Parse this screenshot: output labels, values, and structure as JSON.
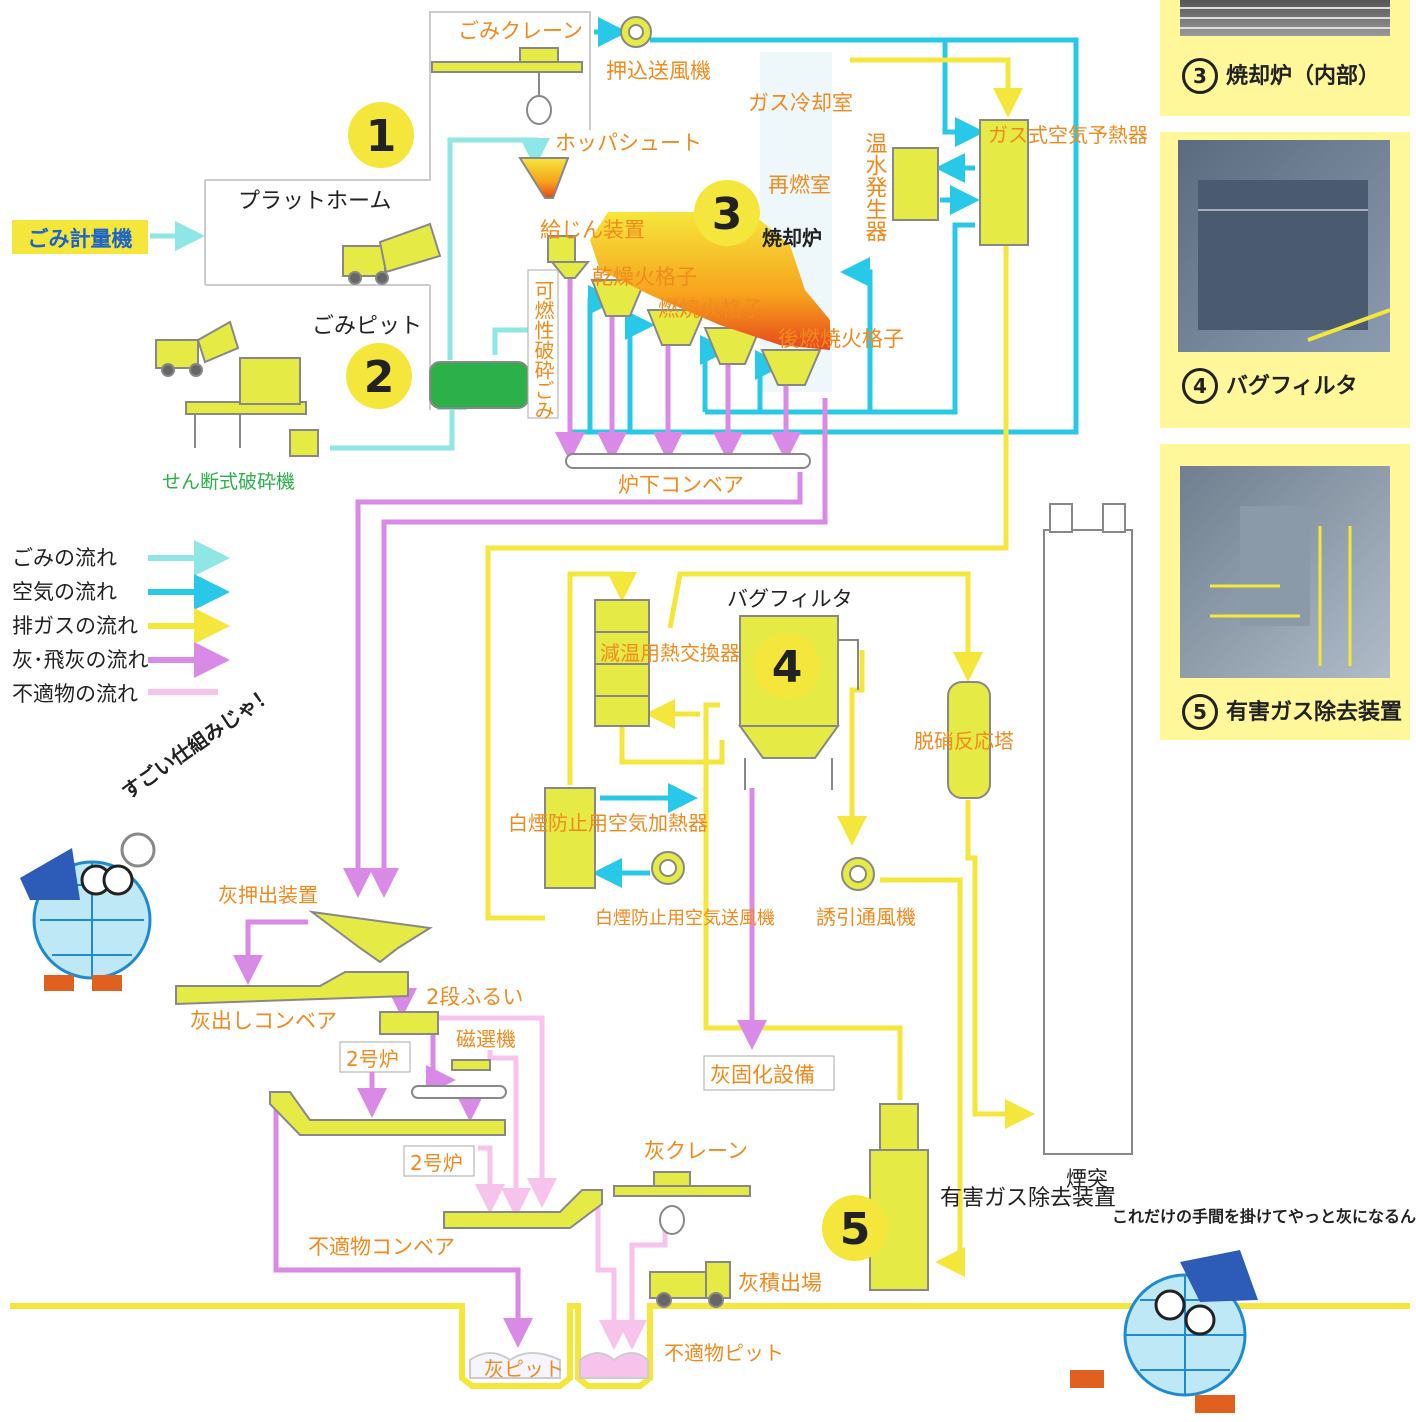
{
  "colors": {
    "waste": "#8ee6e6",
    "air": "#28c8e8",
    "exhaust": "#f5e63c",
    "ash": "#d88ae6",
    "unsuitable": "#f7c3ec",
    "equipment": "#e6ea44",
    "label_orange": "#f08a1e",
    "label_black": "#222222",
    "number_badge": "#f5e63c"
  },
  "legend": {
    "waste": "ごみの流れ",
    "air": "空気の流れ",
    "exhaust": "排ガスの流れ",
    "ash": "灰･飛灰の流れ",
    "unsuitable": "不適物の流れ"
  },
  "numbers": [
    "1",
    "2",
    "3",
    "4",
    "5"
  ],
  "labels": {
    "waste_scale": "ごみ計量機",
    "platform": "プラットホーム",
    "waste_crane": "ごみクレーン",
    "push_fan": "押込送風機",
    "hopper_chute": "ホッパシュート",
    "gas_cooling": "ガス冷却室",
    "reburn_chamber": "再燃室",
    "hot_water_gen": "温水発生器",
    "gas_air_preheater": "ガス式空気予熱器",
    "feeder": "給じん装置",
    "incinerator": "焼却炉",
    "dry_grate": "乾燥火格子",
    "burn_grate": "燃焼火格子",
    "post_grate": "後燃焼火格子",
    "waste_pit": "ごみピット",
    "combustible_crushed": "可燃性破砕ごみ",
    "shear_crusher": "せん断式破砕機",
    "under_conveyor": "炉下コンベア",
    "bag_filter": "バグフィルタ",
    "cooling_hx": "減温用熱交換器",
    "denox": "脱硝反応塔",
    "plume_heater": "白煙防止用空気加熱器",
    "plume_fan": "白煙防止用空気送風機",
    "induced_fan": "誘引通風機",
    "ash_pusher": "灰押出装置",
    "ash_conveyor": "灰出しコンベア",
    "two_stage_screen": "2段ふるい",
    "magnetic_sep": "磁選機",
    "furnace2_a": "2号炉",
    "furnace2_b": "2号炉",
    "ash_solidify": "灰固化設備",
    "ash_crane": "灰クレーン",
    "unsuitable_conveyor": "不適物コンベア",
    "ash_loading": "灰積出場",
    "ash_pit": "灰ピット",
    "unsuitable_pit": "不適物ピット",
    "harmful_gas": "有害ガス除去装置",
    "chimney": "煙突"
  },
  "mascot": {
    "bubble1": "すごい仕組みじゃ！",
    "bubble2": "これだけの手間を掛けてやっと灰になるんじゃ！"
  },
  "photos": [
    {
      "num": "3",
      "caption": "焼却炉（内部）"
    },
    {
      "num": "4",
      "caption": "バグフィルタ"
    },
    {
      "num": "5",
      "caption": "有害ガス除去装置"
    }
  ]
}
